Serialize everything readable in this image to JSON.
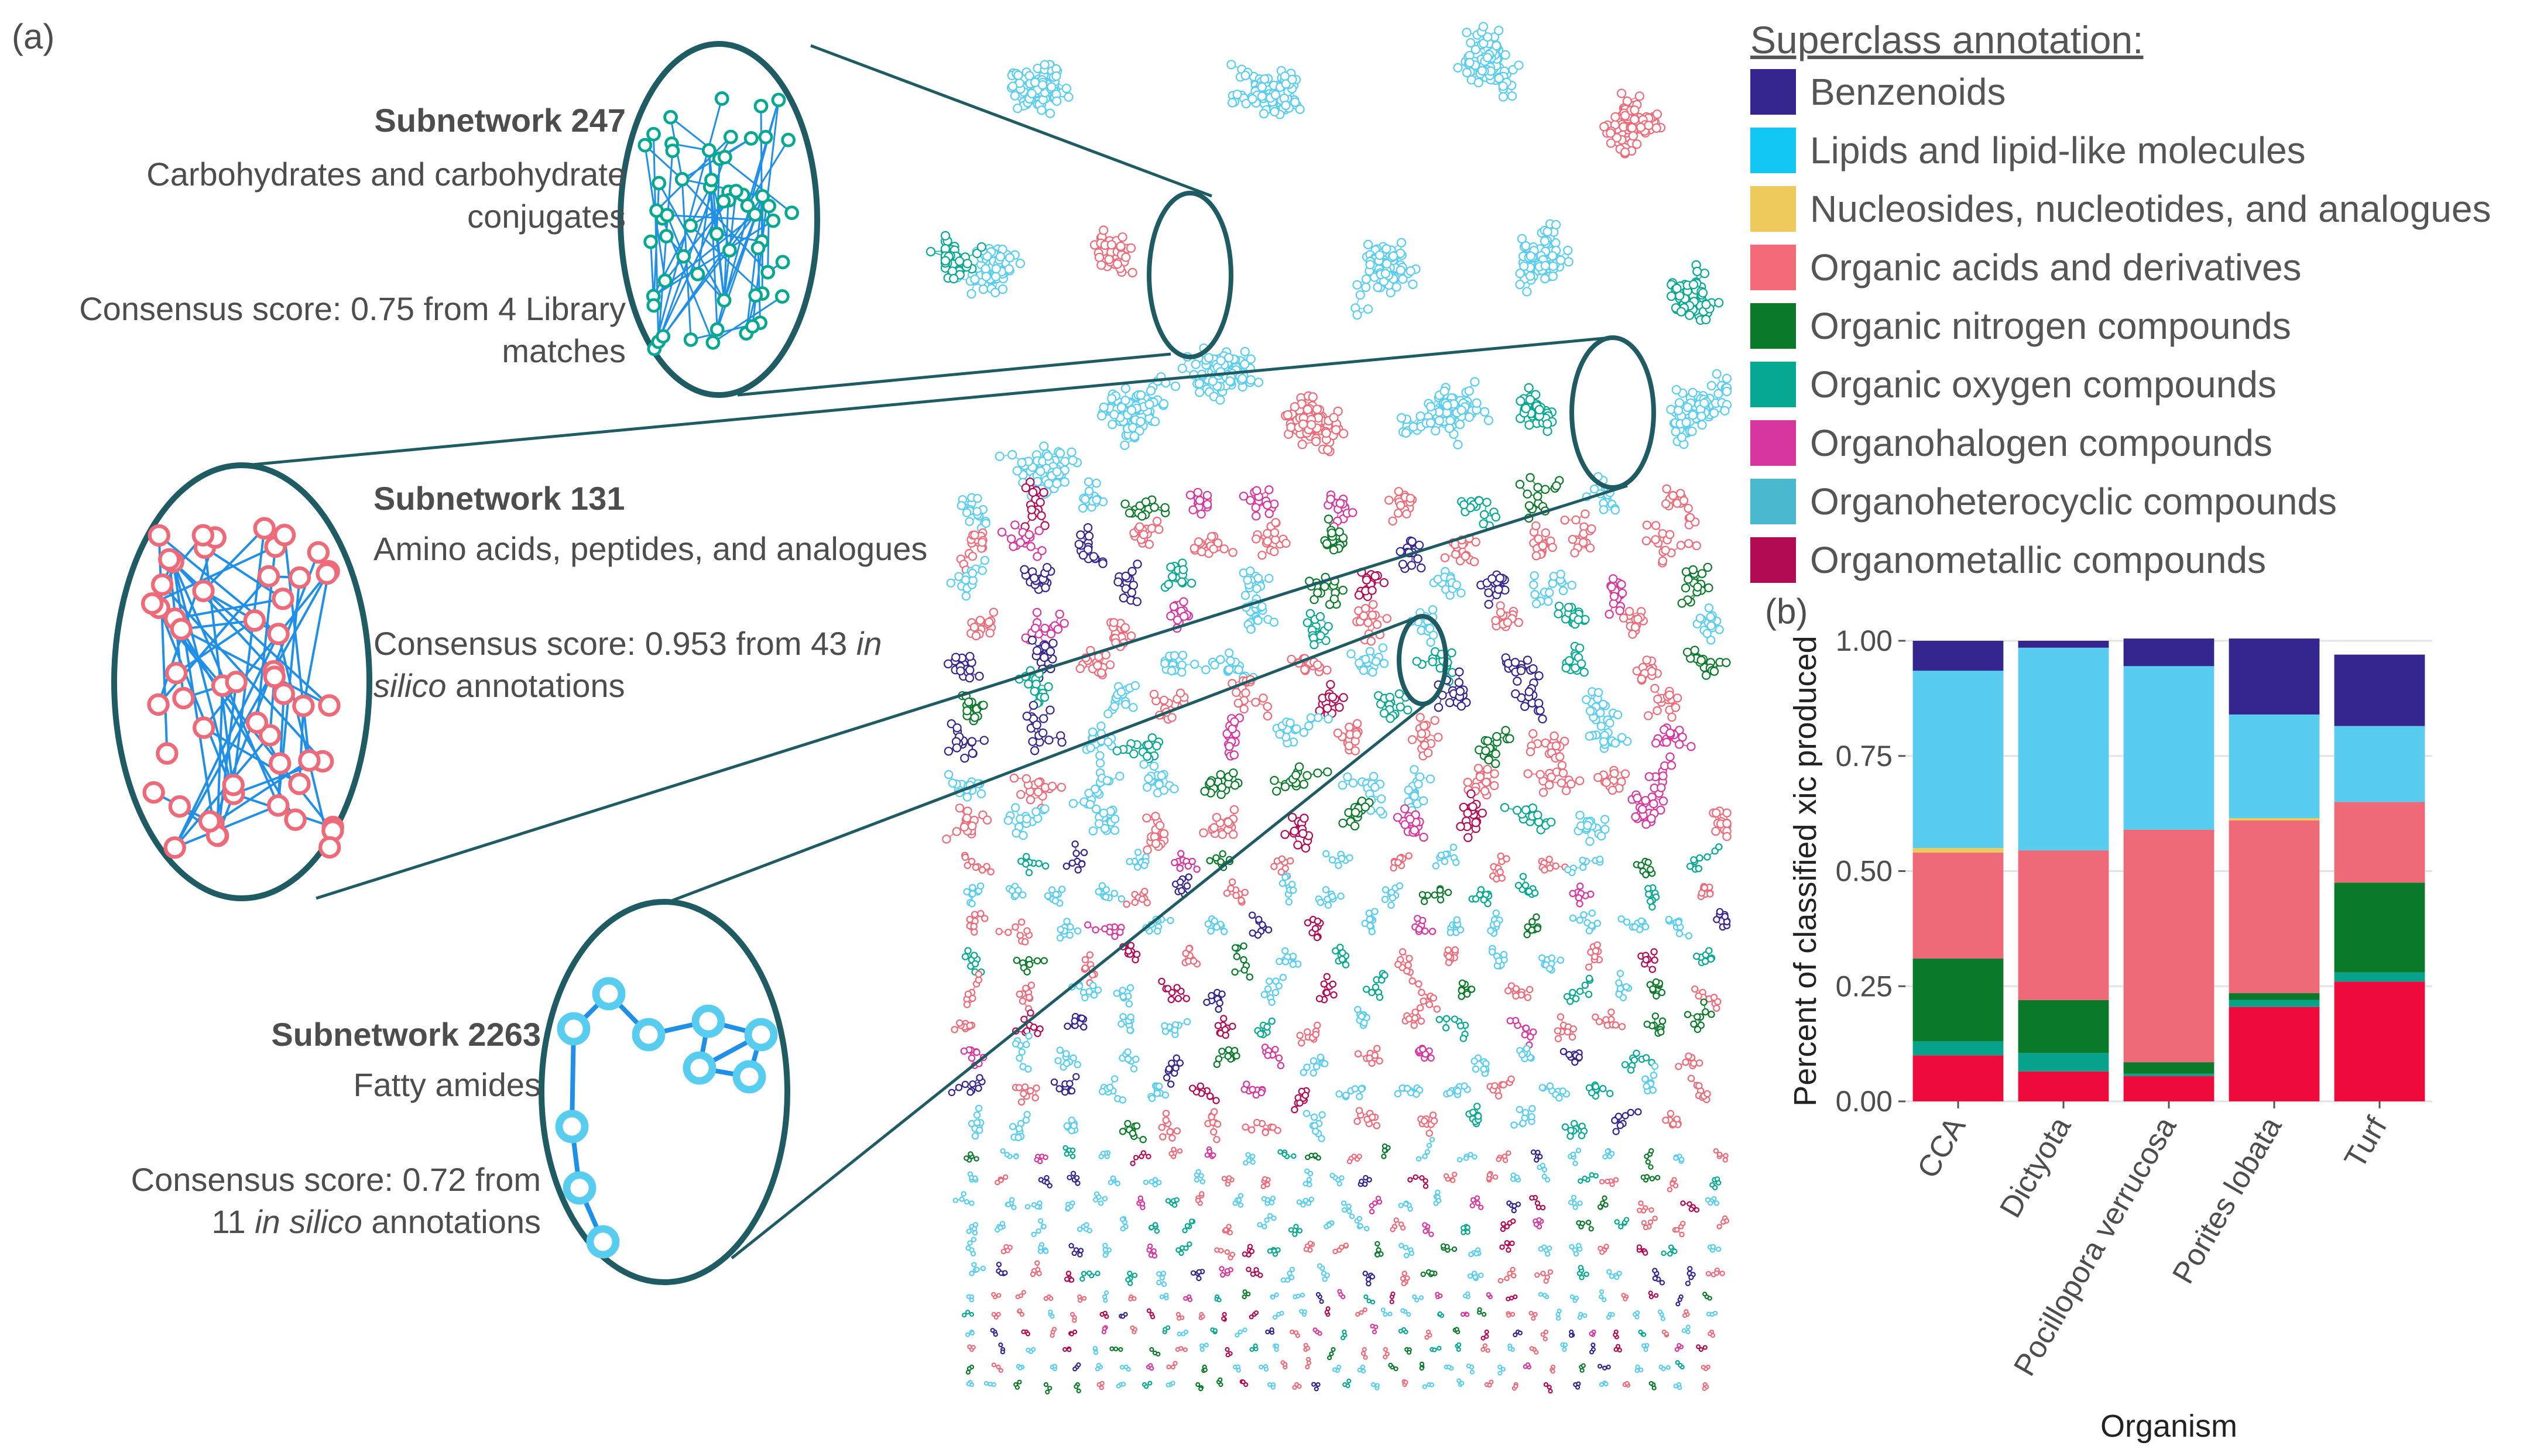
{
  "panel_a_label": "(a)",
  "panel_b_label": "(b)",
  "callouts": {
    "s247": {
      "title": "Subnetwork 247",
      "desc1": "Carbohydrates and carbohydrate",
      "desc2": "conjugates",
      "score1": "Consensus score: 0.75  from 4 Library",
      "score2": "matches"
    },
    "s131": {
      "title": "Subnetwork 131",
      "desc1": "Amino acids, peptides, and analogues",
      "score1_a": "Consensus score: 0.953 from 43 ",
      "score1_b": "in",
      "score2_a": "silico",
      "score2_b": " annotations"
    },
    "s2263": {
      "title": "Subnetwork 2263",
      "desc1": "Fatty amides",
      "score1": "Consensus score: 0.72 from",
      "score2_a": "11 ",
      "score2_b": "in silico",
      "score2_c": " annotations"
    }
  },
  "legend": {
    "title": "Superclass annotation:",
    "items": [
      {
        "label": "Benzenoids",
        "color": "#35258f"
      },
      {
        "label": "Lipids and lipid-like molecules",
        "color": "#12c8f3"
      },
      {
        "label": "Nucleosides, nucleotides, and analogues",
        "color": "#ecc95a"
      },
      {
        "label": "Organic acids and derivatives",
        "color": "#f36b78"
      },
      {
        "label": "Organic nitrogen compounds",
        "color": "#0a7a2a"
      },
      {
        "label": "Organic oxygen compounds",
        "color": "#07a891"
      },
      {
        "label": "Organohalogen compounds",
        "color": "#d6369e"
      },
      {
        "label": "Organoheterocyclic compounds",
        "color": "#4ab9cf"
      },
      {
        "label": "Organometallic compounds",
        "color": "#b20b53"
      }
    ]
  },
  "chart_data": {
    "type": "bar",
    "stacked": true,
    "xlabel": "Organism",
    "ylabel": "Percent of classified xic produced",
    "ylim": [
      0,
      1
    ],
    "yticks": [
      "0.00",
      "0.25",
      "0.50",
      "0.75",
      "1.00"
    ],
    "categories": [
      "CCA",
      "Dictyota",
      "Pocillopora verrucosa",
      "Porites lobata",
      "Turf"
    ],
    "series": [
      {
        "color": "#ee0a3a",
        "values": [
          0.1,
          0.065,
          0.055,
          0.205,
          0.26
        ]
      },
      {
        "color": "#06a28b",
        "values": [
          0.03,
          0.04,
          0.005,
          0.015,
          0.02
        ]
      },
      {
        "color": "#0a7a2a",
        "values": [
          0.18,
          0.115,
          0.025,
          0.015,
          0.195
        ]
      },
      {
        "color": "#ee6a78",
        "values": [
          0.23,
          0.325,
          0.505,
          0.375,
          0.175
        ]
      },
      {
        "color": "#ecc95a",
        "values": [
          0.01,
          0.0,
          0.0,
          0.005,
          0.0
        ]
      },
      {
        "color": "#58cdf0",
        "values": [
          0.385,
          0.44,
          0.355,
          0.225,
          0.165
        ]
      },
      {
        "color": "#35258f",
        "values": [
          0.065,
          0.015,
          0.06,
          0.165,
          0.155
        ]
      }
    ],
    "grid": true
  }
}
